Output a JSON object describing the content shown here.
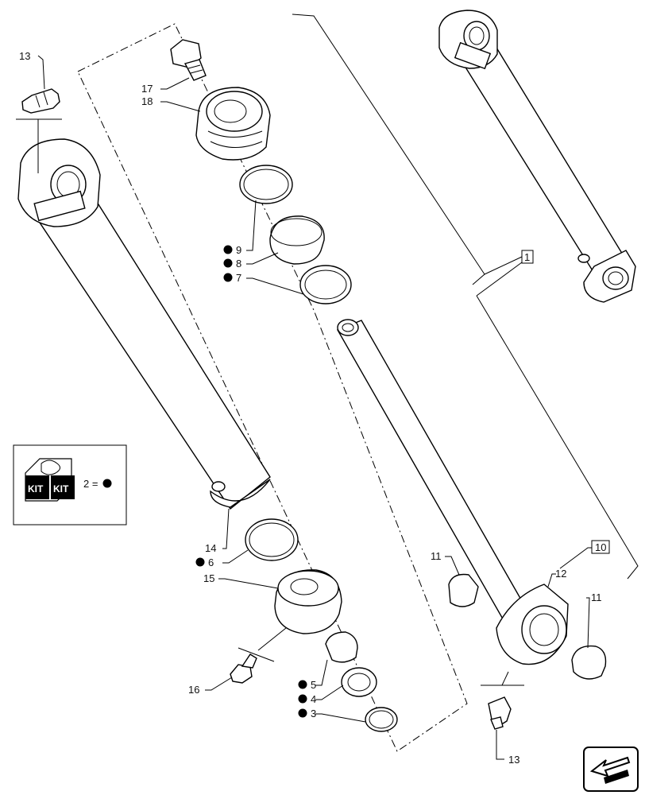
{
  "callouts": {
    "c13a": "13",
    "c17": "17",
    "c18": "18",
    "c9": "9",
    "c8": "8",
    "c7": "7",
    "c1": "1",
    "c14": "14",
    "c6": "6",
    "c15": "15",
    "c16": "16",
    "c5": "5",
    "c4": "4",
    "c3": "3",
    "c11a": "11",
    "c12": "12",
    "c10": "10",
    "c11b": "11",
    "c13b": "13"
  },
  "legend": {
    "kit_text_1": "KIT",
    "kit_text_2": "KIT",
    "equation": "2 ="
  },
  "marker_symbol": "●"
}
